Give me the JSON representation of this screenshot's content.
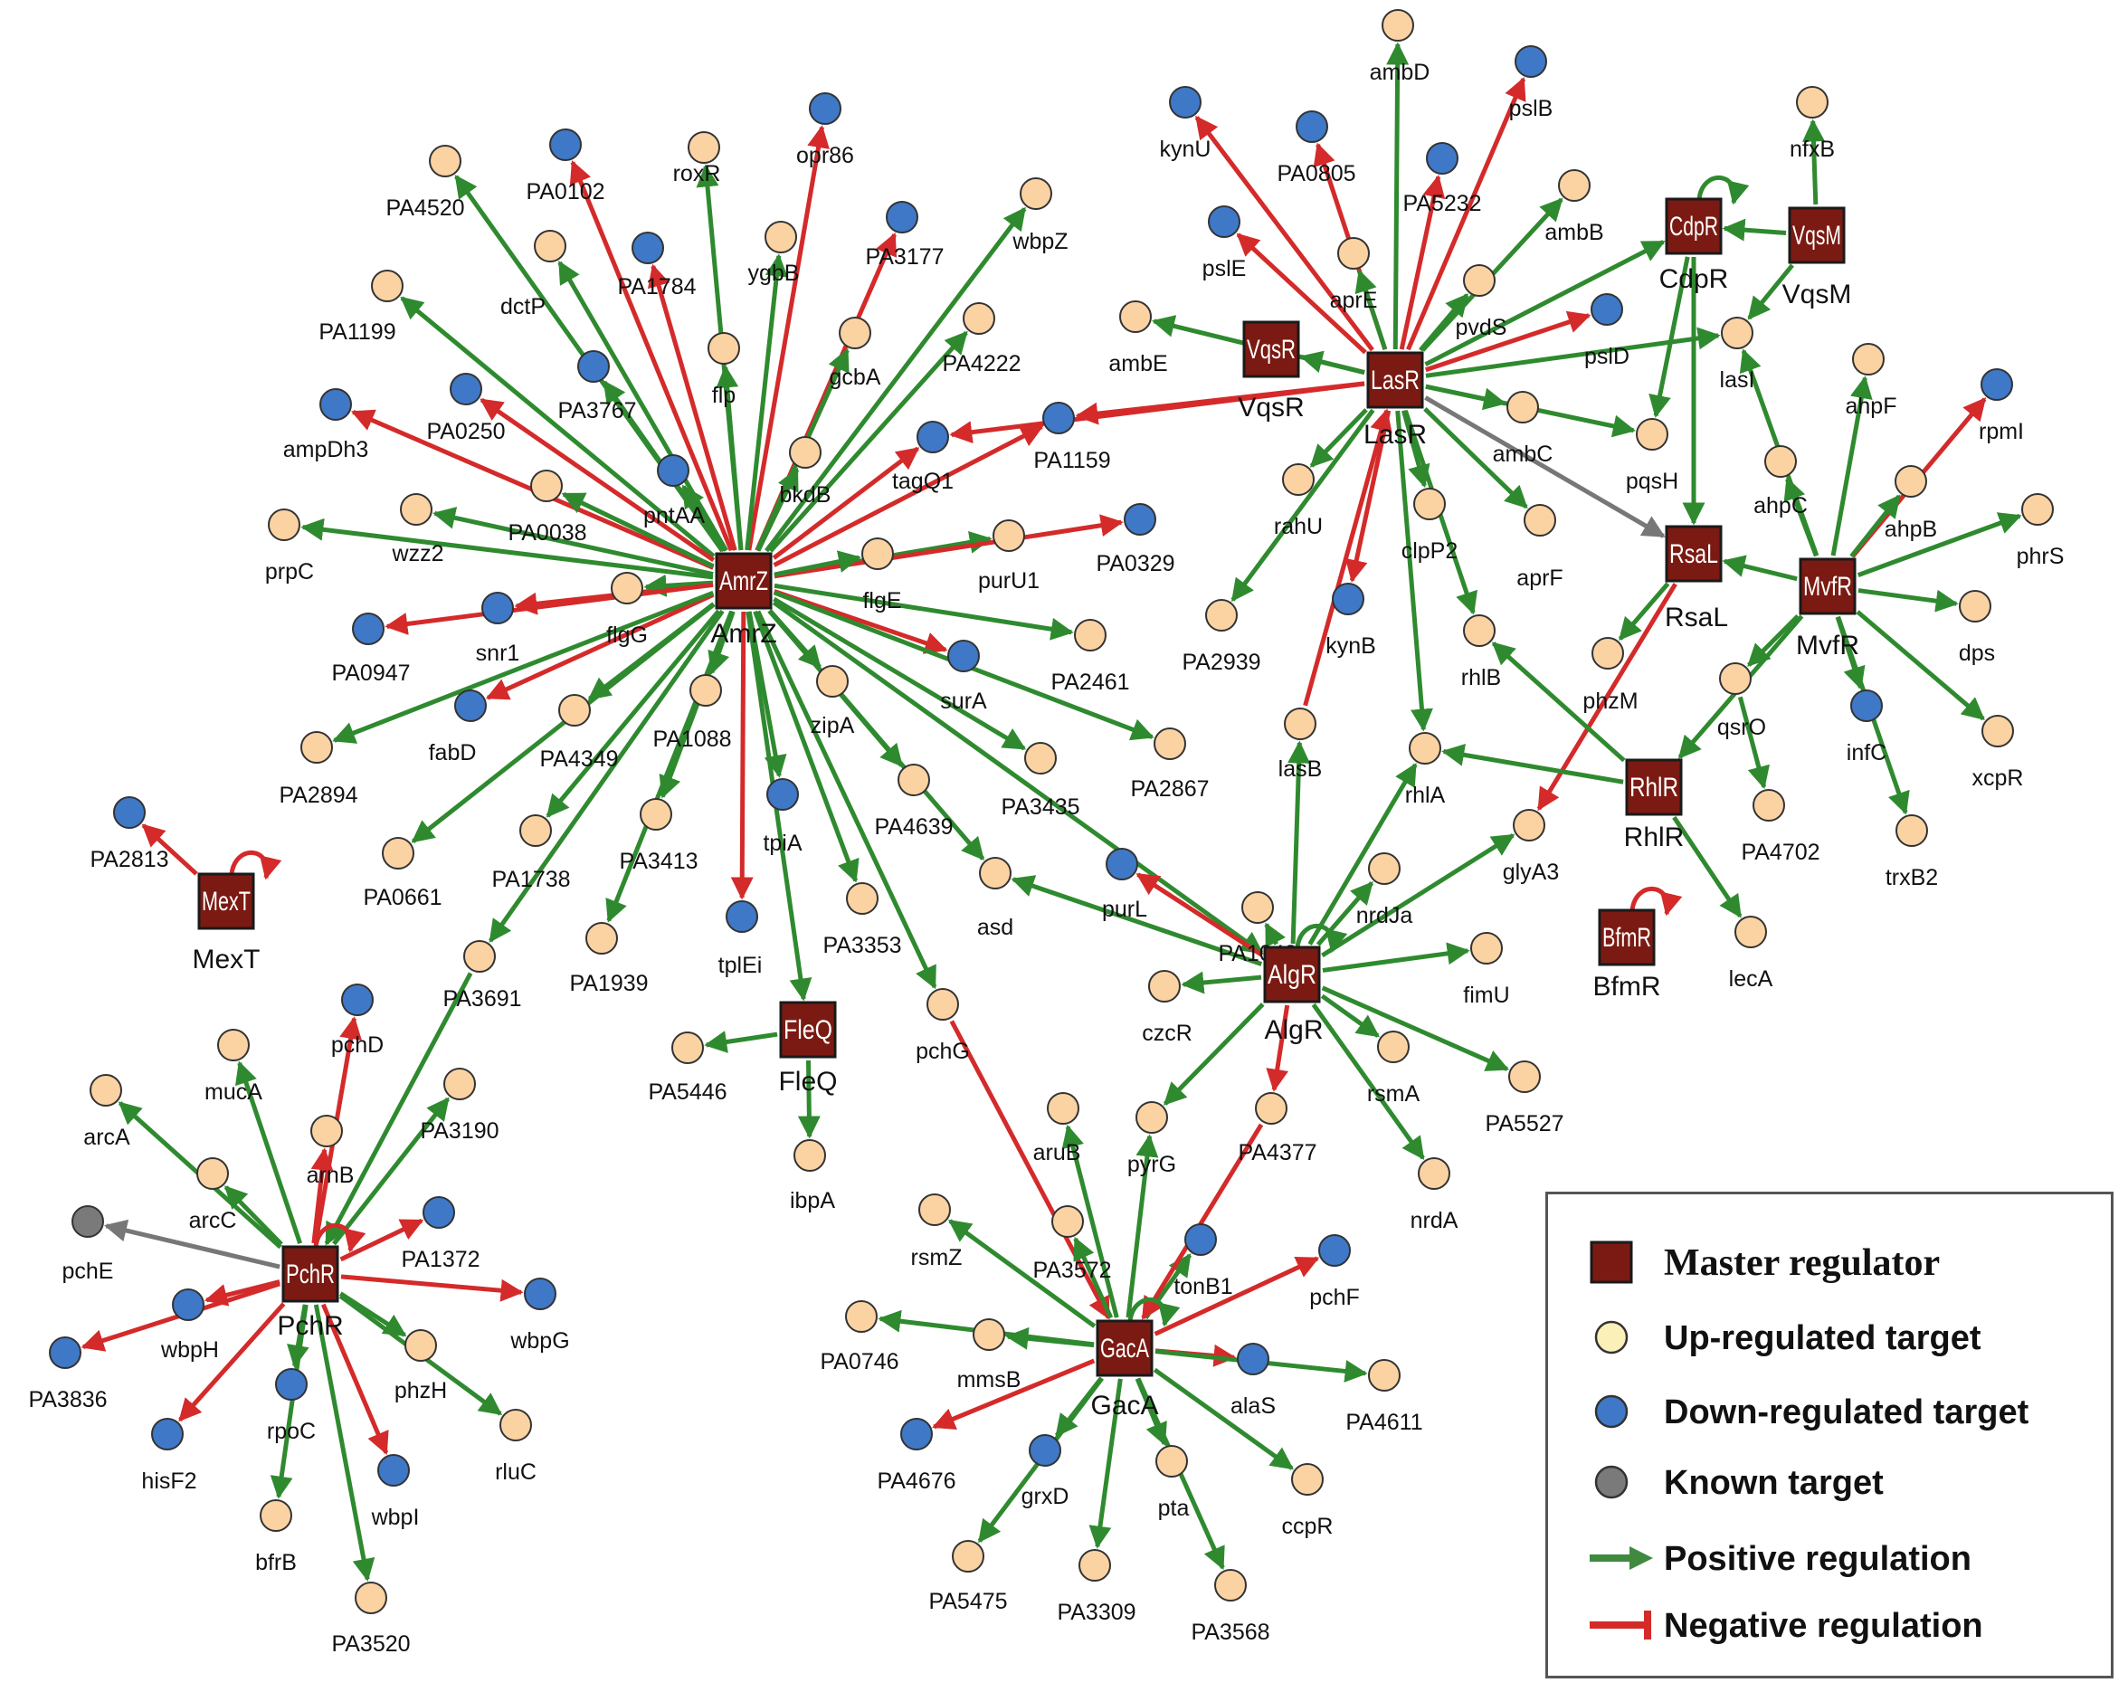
{
  "colors": {
    "master_fill": "#7b1a12",
    "master_border": "#1a1a1a",
    "up_fill": "#fbd3a3",
    "down_fill": "#3f78c6",
    "known_fill": "#7a7a7a",
    "positive_edge": "#2f8a2f",
    "negative_edge": "#d42a2a",
    "known_edge": "#777777"
  },
  "masters": [
    {
      "id": "AmrZ",
      "label": "AmrZ"
    },
    {
      "id": "LasR",
      "label": "LasR"
    },
    {
      "id": "VqsR",
      "label": "VqsR"
    },
    {
      "id": "CdpR",
      "label": "CdpR"
    },
    {
      "id": "VqsM",
      "label": "VqsM"
    },
    {
      "id": "RsaL",
      "label": "RsaL"
    },
    {
      "id": "MvfR",
      "label": "MvfR"
    },
    {
      "id": "RhlR",
      "label": "RhlR"
    },
    {
      "id": "BfmR",
      "label": "BfmR"
    },
    {
      "id": "MexT",
      "label": "MexT"
    },
    {
      "id": "FleQ",
      "label": "FleQ"
    },
    {
      "id": "AlgR",
      "label": "AlgR"
    },
    {
      "id": "PchR",
      "label": "PchR"
    },
    {
      "id": "GacA",
      "label": "GacA"
    }
  ],
  "targets": [
    {
      "id": "PA4520",
      "type": "up"
    },
    {
      "id": "PA0102",
      "type": "down"
    },
    {
      "id": "roxR",
      "type": "up"
    },
    {
      "id": "opr86",
      "type": "down"
    },
    {
      "id": "PA1784",
      "type": "down"
    },
    {
      "id": "dctP",
      "type": "up"
    },
    {
      "id": "PA1199",
      "type": "up"
    },
    {
      "id": "ygbB",
      "type": "up"
    },
    {
      "id": "PA3177",
      "type": "down"
    },
    {
      "id": "wbpZ",
      "type": "up"
    },
    {
      "id": "flp",
      "type": "up"
    },
    {
      "id": "gcbA",
      "type": "up"
    },
    {
      "id": "PA4222",
      "type": "up"
    },
    {
      "id": "PA3767",
      "type": "down"
    },
    {
      "id": "ampDh3",
      "type": "down"
    },
    {
      "id": "PA0250",
      "type": "down"
    },
    {
      "id": "pntAA",
      "type": "down"
    },
    {
      "id": "bkdB",
      "type": "up"
    },
    {
      "id": "tagQ1",
      "type": "down"
    },
    {
      "id": "PA1159",
      "type": "down"
    },
    {
      "id": "PA0038",
      "type": "up"
    },
    {
      "id": "wzz2",
      "type": "up"
    },
    {
      "id": "prpC",
      "type": "up"
    },
    {
      "id": "purU1",
      "type": "up"
    },
    {
      "id": "PA0329",
      "type": "down"
    },
    {
      "id": "flgE",
      "type": "up"
    },
    {
      "id": "snr1",
      "type": "down"
    },
    {
      "id": "flgG",
      "type": "up"
    },
    {
      "id": "PA0947",
      "type": "down"
    },
    {
      "id": "fabD",
      "type": "down"
    },
    {
      "id": "PA2894",
      "type": "up"
    },
    {
      "id": "PA4349",
      "type": "up"
    },
    {
      "id": "PA0661",
      "type": "up"
    },
    {
      "id": "PA1088",
      "type": "up"
    },
    {
      "id": "PA3413",
      "type": "up"
    },
    {
      "id": "PA1738",
      "type": "up"
    },
    {
      "id": "PA1939",
      "type": "up"
    },
    {
      "id": "tpiA",
      "type": "down"
    },
    {
      "id": "tplEi",
      "type": "down"
    },
    {
      "id": "zipA",
      "type": "up"
    },
    {
      "id": "PA3353",
      "type": "up"
    },
    {
      "id": "surA",
      "type": "down"
    },
    {
      "id": "PA3435",
      "type": "up"
    },
    {
      "id": "PA2461",
      "type": "up"
    },
    {
      "id": "PA4639",
      "type": "up"
    },
    {
      "id": "asd",
      "type": "up"
    },
    {
      "id": "PA2867",
      "type": "up"
    },
    {
      "id": "PA2813",
      "type": "down"
    },
    {
      "id": "PA3691",
      "type": "up"
    },
    {
      "id": "pchD",
      "type": "down"
    },
    {
      "id": "mucA",
      "type": "up"
    },
    {
      "id": "arcA",
      "type": "up"
    },
    {
      "id": "arcC",
      "type": "up"
    },
    {
      "id": "arnB",
      "type": "up"
    },
    {
      "id": "PA3190",
      "type": "up"
    },
    {
      "id": "pchE",
      "type": "known"
    },
    {
      "id": "PA1372",
      "type": "down"
    },
    {
      "id": "wbpG",
      "type": "down"
    },
    {
      "id": "wbpH",
      "type": "down"
    },
    {
      "id": "PA3836",
      "type": "down"
    },
    {
      "id": "hisF2",
      "type": "down"
    },
    {
      "id": "rpoC",
      "type": "down"
    },
    {
      "id": "bfrB",
      "type": "up"
    },
    {
      "id": "phzH",
      "type": "up"
    },
    {
      "id": "rluC",
      "type": "up"
    },
    {
      "id": "wbpI",
      "type": "down"
    },
    {
      "id": "PA3520",
      "type": "up"
    },
    {
      "id": "PA5446",
      "type": "up"
    },
    {
      "id": "ibpA",
      "type": "up"
    },
    {
      "id": "pchG",
      "type": "up"
    },
    {
      "id": "aruB",
      "type": "up"
    },
    {
      "id": "PA3572",
      "type": "up"
    },
    {
      "id": "rsmZ",
      "type": "up"
    },
    {
      "id": "PA0746",
      "type": "up"
    },
    {
      "id": "mmsB",
      "type": "up"
    },
    {
      "id": "PA4676",
      "type": "down"
    },
    {
      "id": "grxD",
      "type": "down"
    },
    {
      "id": "PA5475",
      "type": "up"
    },
    {
      "id": "PA3309",
      "type": "up"
    },
    {
      "id": "pta",
      "type": "up"
    },
    {
      "id": "PA3568",
      "type": "up"
    },
    {
      "id": "ccpR",
      "type": "up"
    },
    {
      "id": "alaS",
      "type": "down"
    },
    {
      "id": "PA4611",
      "type": "up"
    },
    {
      "id": "tonB1",
      "type": "down"
    },
    {
      "id": "pchF",
      "type": "down"
    },
    {
      "id": "pyrG",
      "type": "up"
    },
    {
      "id": "PA4377",
      "type": "up"
    },
    {
      "id": "purL",
      "type": "down"
    },
    {
      "id": "PA1048",
      "type": "up"
    },
    {
      "id": "nrdJa",
      "type": "up"
    },
    {
      "id": "czcR",
      "type": "up"
    },
    {
      "id": "fimU",
      "type": "up"
    },
    {
      "id": "rsmA",
      "type": "up"
    },
    {
      "id": "PA5527",
      "type": "up"
    },
    {
      "id": "nrdA",
      "type": "up"
    },
    {
      "id": "lasB",
      "type": "up"
    },
    {
      "id": "rhlA",
      "type": "up"
    },
    {
      "id": "glyA3",
      "type": "up"
    },
    {
      "id": "ambD",
      "type": "up"
    },
    {
      "id": "pslB",
      "type": "down"
    },
    {
      "id": "kynU",
      "type": "down"
    },
    {
      "id": "PA0805",
      "type": "down"
    },
    {
      "id": "PA5232",
      "type": "down"
    },
    {
      "id": "ambB",
      "type": "up"
    },
    {
      "id": "pslE",
      "type": "down"
    },
    {
      "id": "aprE",
      "type": "up"
    },
    {
      "id": "pvdS",
      "type": "up"
    },
    {
      "id": "ambE",
      "type": "up"
    },
    {
      "id": "pslD",
      "type": "down"
    },
    {
      "id": "ambC",
      "type": "up"
    },
    {
      "id": "pqsH",
      "type": "up"
    },
    {
      "id": "rahU",
      "type": "up"
    },
    {
      "id": "PA2939",
      "type": "up"
    },
    {
      "id": "kynB",
      "type": "down"
    },
    {
      "id": "clpP2",
      "type": "up"
    },
    {
      "id": "rhlB",
      "type": "up"
    },
    {
      "id": "aprF",
      "type": "up"
    },
    {
      "id": "nfxB",
      "type": "up"
    },
    {
      "id": "lasI",
      "type": "up"
    },
    {
      "id": "ahpF",
      "type": "up"
    },
    {
      "id": "rpmI",
      "type": "down"
    },
    {
      "id": "ahpC",
      "type": "up"
    },
    {
      "id": "ahpB",
      "type": "up"
    },
    {
      "id": "phrS",
      "type": "up"
    },
    {
      "id": "dps",
      "type": "up"
    },
    {
      "id": "xcpR",
      "type": "up"
    },
    {
      "id": "infC",
      "type": "down"
    },
    {
      "id": "trxB2",
      "type": "up"
    },
    {
      "id": "qsrO",
      "type": "up"
    },
    {
      "id": "PA4702",
      "type": "up"
    },
    {
      "id": "phzM",
      "type": "up"
    },
    {
      "id": "lecA",
      "type": "up"
    }
  ],
  "edges": [
    [
      "AmrZ",
      "PA4520",
      "pos"
    ],
    [
      "AmrZ",
      "PA0102",
      "neg"
    ],
    [
      "AmrZ",
      "roxR",
      "pos"
    ],
    [
      "AmrZ",
      "opr86",
      "neg"
    ],
    [
      "AmrZ",
      "PA1784",
      "neg"
    ],
    [
      "AmrZ",
      "dctP",
      "pos"
    ],
    [
      "AmrZ",
      "PA1199",
      "pos"
    ],
    [
      "AmrZ",
      "ygbB",
      "pos"
    ],
    [
      "AmrZ",
      "PA3177",
      "neg"
    ],
    [
      "AmrZ",
      "wbpZ",
      "pos"
    ],
    [
      "AmrZ",
      "flp",
      "pos"
    ],
    [
      "AmrZ",
      "gcbA",
      "pos"
    ],
    [
      "AmrZ",
      "PA4222",
      "pos"
    ],
    [
      "AmrZ",
      "PA3767",
      "pos"
    ],
    [
      "AmrZ",
      "ampDh3",
      "neg"
    ],
    [
      "AmrZ",
      "PA0250",
      "neg"
    ],
    [
      "AmrZ",
      "pntAA",
      "pos"
    ],
    [
      "AmrZ",
      "bkdB",
      "pos"
    ],
    [
      "AmrZ",
      "tagQ1",
      "neg"
    ],
    [
      "AmrZ",
      "PA1159",
      "neg"
    ],
    [
      "AmrZ",
      "PA0038",
      "pos"
    ],
    [
      "AmrZ",
      "wzz2",
      "pos"
    ],
    [
      "AmrZ",
      "prpC",
      "pos"
    ],
    [
      "AmrZ",
      "purU1",
      "pos"
    ],
    [
      "AmrZ",
      "PA0329",
      "neg"
    ],
    [
      "AmrZ",
      "flgE",
      "pos"
    ],
    [
      "AmrZ",
      "snr1",
      "neg"
    ],
    [
      "AmrZ",
      "flgG",
      "pos"
    ],
    [
      "AmrZ",
      "PA0947",
      "neg"
    ],
    [
      "AmrZ",
      "fabD",
      "neg"
    ],
    [
      "AmrZ",
      "PA2894",
      "pos"
    ],
    [
      "AmrZ",
      "PA4349",
      "pos"
    ],
    [
      "AmrZ",
      "PA0661",
      "pos"
    ],
    [
      "AmrZ",
      "PA1088",
      "pos"
    ],
    [
      "AmrZ",
      "PA3413",
      "pos"
    ],
    [
      "AmrZ",
      "PA1738",
      "pos"
    ],
    [
      "AmrZ",
      "PA1939",
      "pos"
    ],
    [
      "AmrZ",
      "tpiA",
      "pos"
    ],
    [
      "AmrZ",
      "tplEi",
      "neg"
    ],
    [
      "AmrZ",
      "zipA",
      "pos"
    ],
    [
      "AmrZ",
      "PA3353",
      "pos"
    ],
    [
      "AmrZ",
      "surA",
      "neg"
    ],
    [
      "AmrZ",
      "PA3435",
      "pos"
    ],
    [
      "AmrZ",
      "PA2461",
      "pos"
    ],
    [
      "AmrZ",
      "PA4639",
      "pos"
    ],
    [
      "AmrZ",
      "asd",
      "pos"
    ],
    [
      "AmrZ",
      "PA2867",
      "pos"
    ],
    [
      "AmrZ",
      "AlgR",
      "pos"
    ],
    [
      "AmrZ",
      "FleQ",
      "pos"
    ],
    [
      "AmrZ",
      "PA3691",
      "pos"
    ],
    [
      "PA3691",
      "PchR",
      "pos"
    ],
    [
      "AmrZ",
      "pchG",
      "pos"
    ],
    [
      "pchG",
      "GacA",
      "neg"
    ],
    [
      "MexT",
      "PA2813",
      "neg"
    ],
    [
      "PchR",
      "pchD",
      "neg"
    ],
    [
      "PchR",
      "mucA",
      "pos"
    ],
    [
      "PchR",
      "arcA",
      "pos"
    ],
    [
      "PchR",
      "arcC",
      "pos"
    ],
    [
      "PchR",
      "arnB",
      "neg"
    ],
    [
      "PchR",
      "PA3190",
      "pos"
    ],
    [
      "PchR",
      "pchE",
      "known"
    ],
    [
      "PchR",
      "PA1372",
      "neg"
    ],
    [
      "PchR",
      "wbpG",
      "neg"
    ],
    [
      "PchR",
      "wbpH",
      "neg"
    ],
    [
      "PchR",
      "PA3836",
      "neg"
    ],
    [
      "PchR",
      "hisF2",
      "neg"
    ],
    [
      "PchR",
      "rpoC",
      "pos"
    ],
    [
      "PchR",
      "bfrB",
      "pos"
    ],
    [
      "PchR",
      "phzH",
      "pos"
    ],
    [
      "PchR",
      "rluC",
      "pos"
    ],
    [
      "PchR",
      "wbpI",
      "neg"
    ],
    [
      "PchR",
      "PA3520",
      "pos"
    ],
    [
      "FleQ",
      "PA5446",
      "pos"
    ],
    [
      "FleQ",
      "ibpA",
      "pos"
    ],
    [
      "GacA",
      "aruB",
      "pos"
    ],
    [
      "GacA",
      "PA3572",
      "pos"
    ],
    [
      "GacA",
      "rsmZ",
      "pos"
    ],
    [
      "GacA",
      "PA0746",
      "pos"
    ],
    [
      "GacA",
      "mmsB",
      "pos"
    ],
    [
      "GacA",
      "PA4676",
      "neg"
    ],
    [
      "GacA",
      "grxD",
      "pos"
    ],
    [
      "GacA",
      "PA5475",
      "pos"
    ],
    [
      "GacA",
      "PA3309",
      "pos"
    ],
    [
      "GacA",
      "pta",
      "pos"
    ],
    [
      "GacA",
      "PA3568",
      "pos"
    ],
    [
      "GacA",
      "ccpR",
      "pos"
    ],
    [
      "GacA",
      "alaS",
      "neg"
    ],
    [
      "GacA",
      "PA4611",
      "pos"
    ],
    [
      "GacA",
      "tonB1",
      "pos"
    ],
    [
      "GacA",
      "pchF",
      "neg"
    ],
    [
      "GacA",
      "pyrG",
      "pos"
    ],
    [
      "AlgR",
      "PA4377",
      "neg"
    ],
    [
      "PA4377",
      "GacA",
      "neg"
    ],
    [
      "AlgR",
      "purL",
      "neg"
    ],
    [
      "AlgR",
      "PA1048",
      "pos"
    ],
    [
      "AlgR",
      "nrdJa",
      "pos"
    ],
    [
      "AlgR",
      "czcR",
      "pos"
    ],
    [
      "AlgR",
      "fimU",
      "pos"
    ],
    [
      "AlgR",
      "rsmA",
      "pos"
    ],
    [
      "AlgR",
      "PA5527",
      "pos"
    ],
    [
      "AlgR",
      "nrdA",
      "pos"
    ],
    [
      "AlgR",
      "pyrG",
      "pos"
    ],
    [
      "AlgR",
      "lasB",
      "pos"
    ],
    [
      "AlgR",
      "rhlA",
      "pos"
    ],
    [
      "AlgR",
      "glyA3",
      "pos"
    ],
    [
      "AlgR",
      "asd",
      "pos"
    ],
    [
      "LasR",
      "ambD",
      "pos"
    ],
    [
      "LasR",
      "pslB",
      "neg"
    ],
    [
      "LasR",
      "kynU",
      "neg"
    ],
    [
      "LasR",
      "PA0805",
      "neg"
    ],
    [
      "LasR",
      "PA5232",
      "neg"
    ],
    [
      "LasR",
      "ambB",
      "pos"
    ],
    [
      "LasR",
      "pslE",
      "neg"
    ],
    [
      "LasR",
      "aprE",
      "pos"
    ],
    [
      "LasR",
      "pvdS",
      "pos"
    ],
    [
      "LasR",
      "ambE",
      "pos"
    ],
    [
      "LasR",
      "VqsR",
      "pos"
    ],
    [
      "LasR",
      "PA1159",
      "neg"
    ],
    [
      "LasR",
      "pslD",
      "neg"
    ],
    [
      "LasR",
      "CdpR",
      "pos"
    ],
    [
      "LasR",
      "ambC",
      "pos"
    ],
    [
      "LasR",
      "pqsH",
      "pos"
    ],
    [
      "LasR",
      "RsaL",
      "known"
    ],
    [
      "LasR",
      "rahU",
      "pos"
    ],
    [
      "LasR",
      "PA2939",
      "pos"
    ],
    [
      "LasR",
      "kynB",
      "neg"
    ],
    [
      "LasR",
      "clpP2",
      "pos"
    ],
    [
      "LasR",
      "rhlB",
      "pos"
    ],
    [
      "LasR",
      "aprF",
      "pos"
    ],
    [
      "LasR",
      "lasI",
      "pos"
    ],
    [
      "LasR",
      "rhlA",
      "pos"
    ],
    [
      "lasB",
      "LasR",
      "neg"
    ],
    [
      "LasR",
      "tagQ1",
      "neg"
    ],
    [
      "VqsM",
      "CdpR",
      "pos"
    ],
    [
      "VqsM",
      "nfxB",
      "pos"
    ],
    [
      "VqsM",
      "lasI",
      "pos"
    ],
    [
      "CdpR",
      "pqsH",
      "pos"
    ],
    [
      "CdpR",
      "RsaL",
      "pos"
    ],
    [
      "MvfR",
      "lasI",
      "pos"
    ],
    [
      "MvfR",
      "ahpF",
      "pos"
    ],
    [
      "MvfR",
      "rpmI",
      "neg"
    ],
    [
      "MvfR",
      "ahpC",
      "pos"
    ],
    [
      "MvfR",
      "ahpB",
      "pos"
    ],
    [
      "MvfR",
      "phrS",
      "pos"
    ],
    [
      "MvfR",
      "dps",
      "pos"
    ],
    [
      "MvfR",
      "xcpR",
      "pos"
    ],
    [
      "MvfR",
      "infC",
      "pos"
    ],
    [
      "MvfR",
      "trxB2",
      "pos"
    ],
    [
      "MvfR",
      "qsrO",
      "pos"
    ],
    [
      "MvfR",
      "RsaL",
      "pos"
    ],
    [
      "MvfR",
      "RhlR",
      "pos"
    ],
    [
      "qsrO",
      "PA4702",
      "pos"
    ],
    [
      "RsaL",
      "phzM",
      "pos"
    ],
    [
      "RsaL",
      "glyA3",
      "neg"
    ],
    [
      "RhlR",
      "rhlA",
      "pos"
    ],
    [
      "RhlR",
      "rhlB",
      "pos"
    ],
    [
      "RhlR",
      "lecA",
      "pos"
    ]
  ],
  "self_loops": [
    [
      "CdpR",
      "pos"
    ],
    [
      "MexT",
      "neg"
    ],
    [
      "BfmR",
      "neg"
    ],
    [
      "PchR",
      "neg"
    ],
    [
      "AlgR",
      "pos"
    ],
    [
      "GacA",
      "pos"
    ]
  ],
  "legend": {
    "items": [
      {
        "kind": "master",
        "label": "Master regulator"
      },
      {
        "kind": "up",
        "label": "Up-regulated target"
      },
      {
        "kind": "down",
        "label": "Down-regulated target"
      },
      {
        "kind": "known",
        "label": "Known target"
      },
      {
        "kind": "pos",
        "label": "Positive regulation"
      },
      {
        "kind": "neg",
        "label": "Negative regulation"
      }
    ]
  }
}
